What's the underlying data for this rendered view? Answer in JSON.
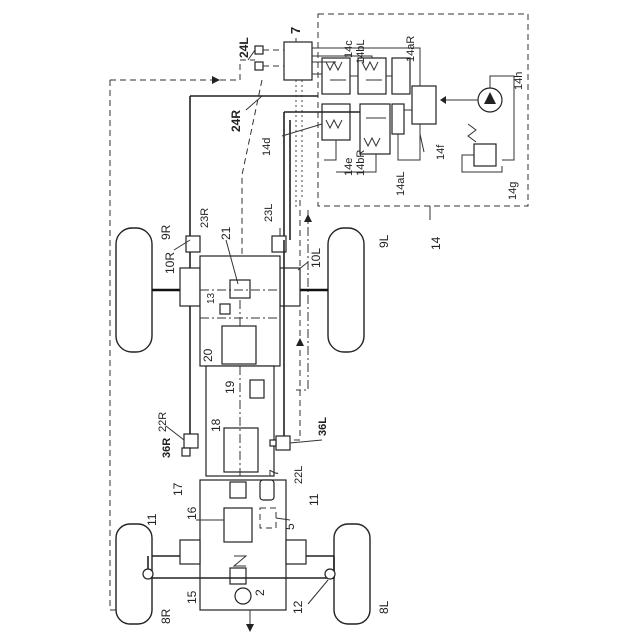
{
  "figure": {
    "labels": {
      "l7": "7",
      "l24L": "24L",
      "l24R": "24R",
      "l14c": "14c",
      "l14bL": "14bL",
      "l14aR": "14aR",
      "l14h": "14h",
      "l14d": "14d",
      "l14e": "14e",
      "l14bR": "14bR",
      "l14aL": "14aL",
      "l14f": "14f",
      "l14g": "14g",
      "l14": "14",
      "l9R": "9R",
      "l23R": "23R",
      "l10R": "10R",
      "l21": "21",
      "l23L": "23L",
      "l10L": "10L",
      "l9L": "9L",
      "l13": "13",
      "l20": "20",
      "l19": "19",
      "l36R": "36R",
      "l22R": "22R",
      "l18": "18",
      "l36L": "36L",
      "l17": "17",
      "l7b": "7",
      "l22L": "22L",
      "l11a": "11",
      "l16": "16",
      "l5": "5",
      "l11b": "11",
      "l15": "15",
      "l2": "2",
      "l8R": "8R",
      "l12": "12",
      "l8L": "8L"
    }
  }
}
